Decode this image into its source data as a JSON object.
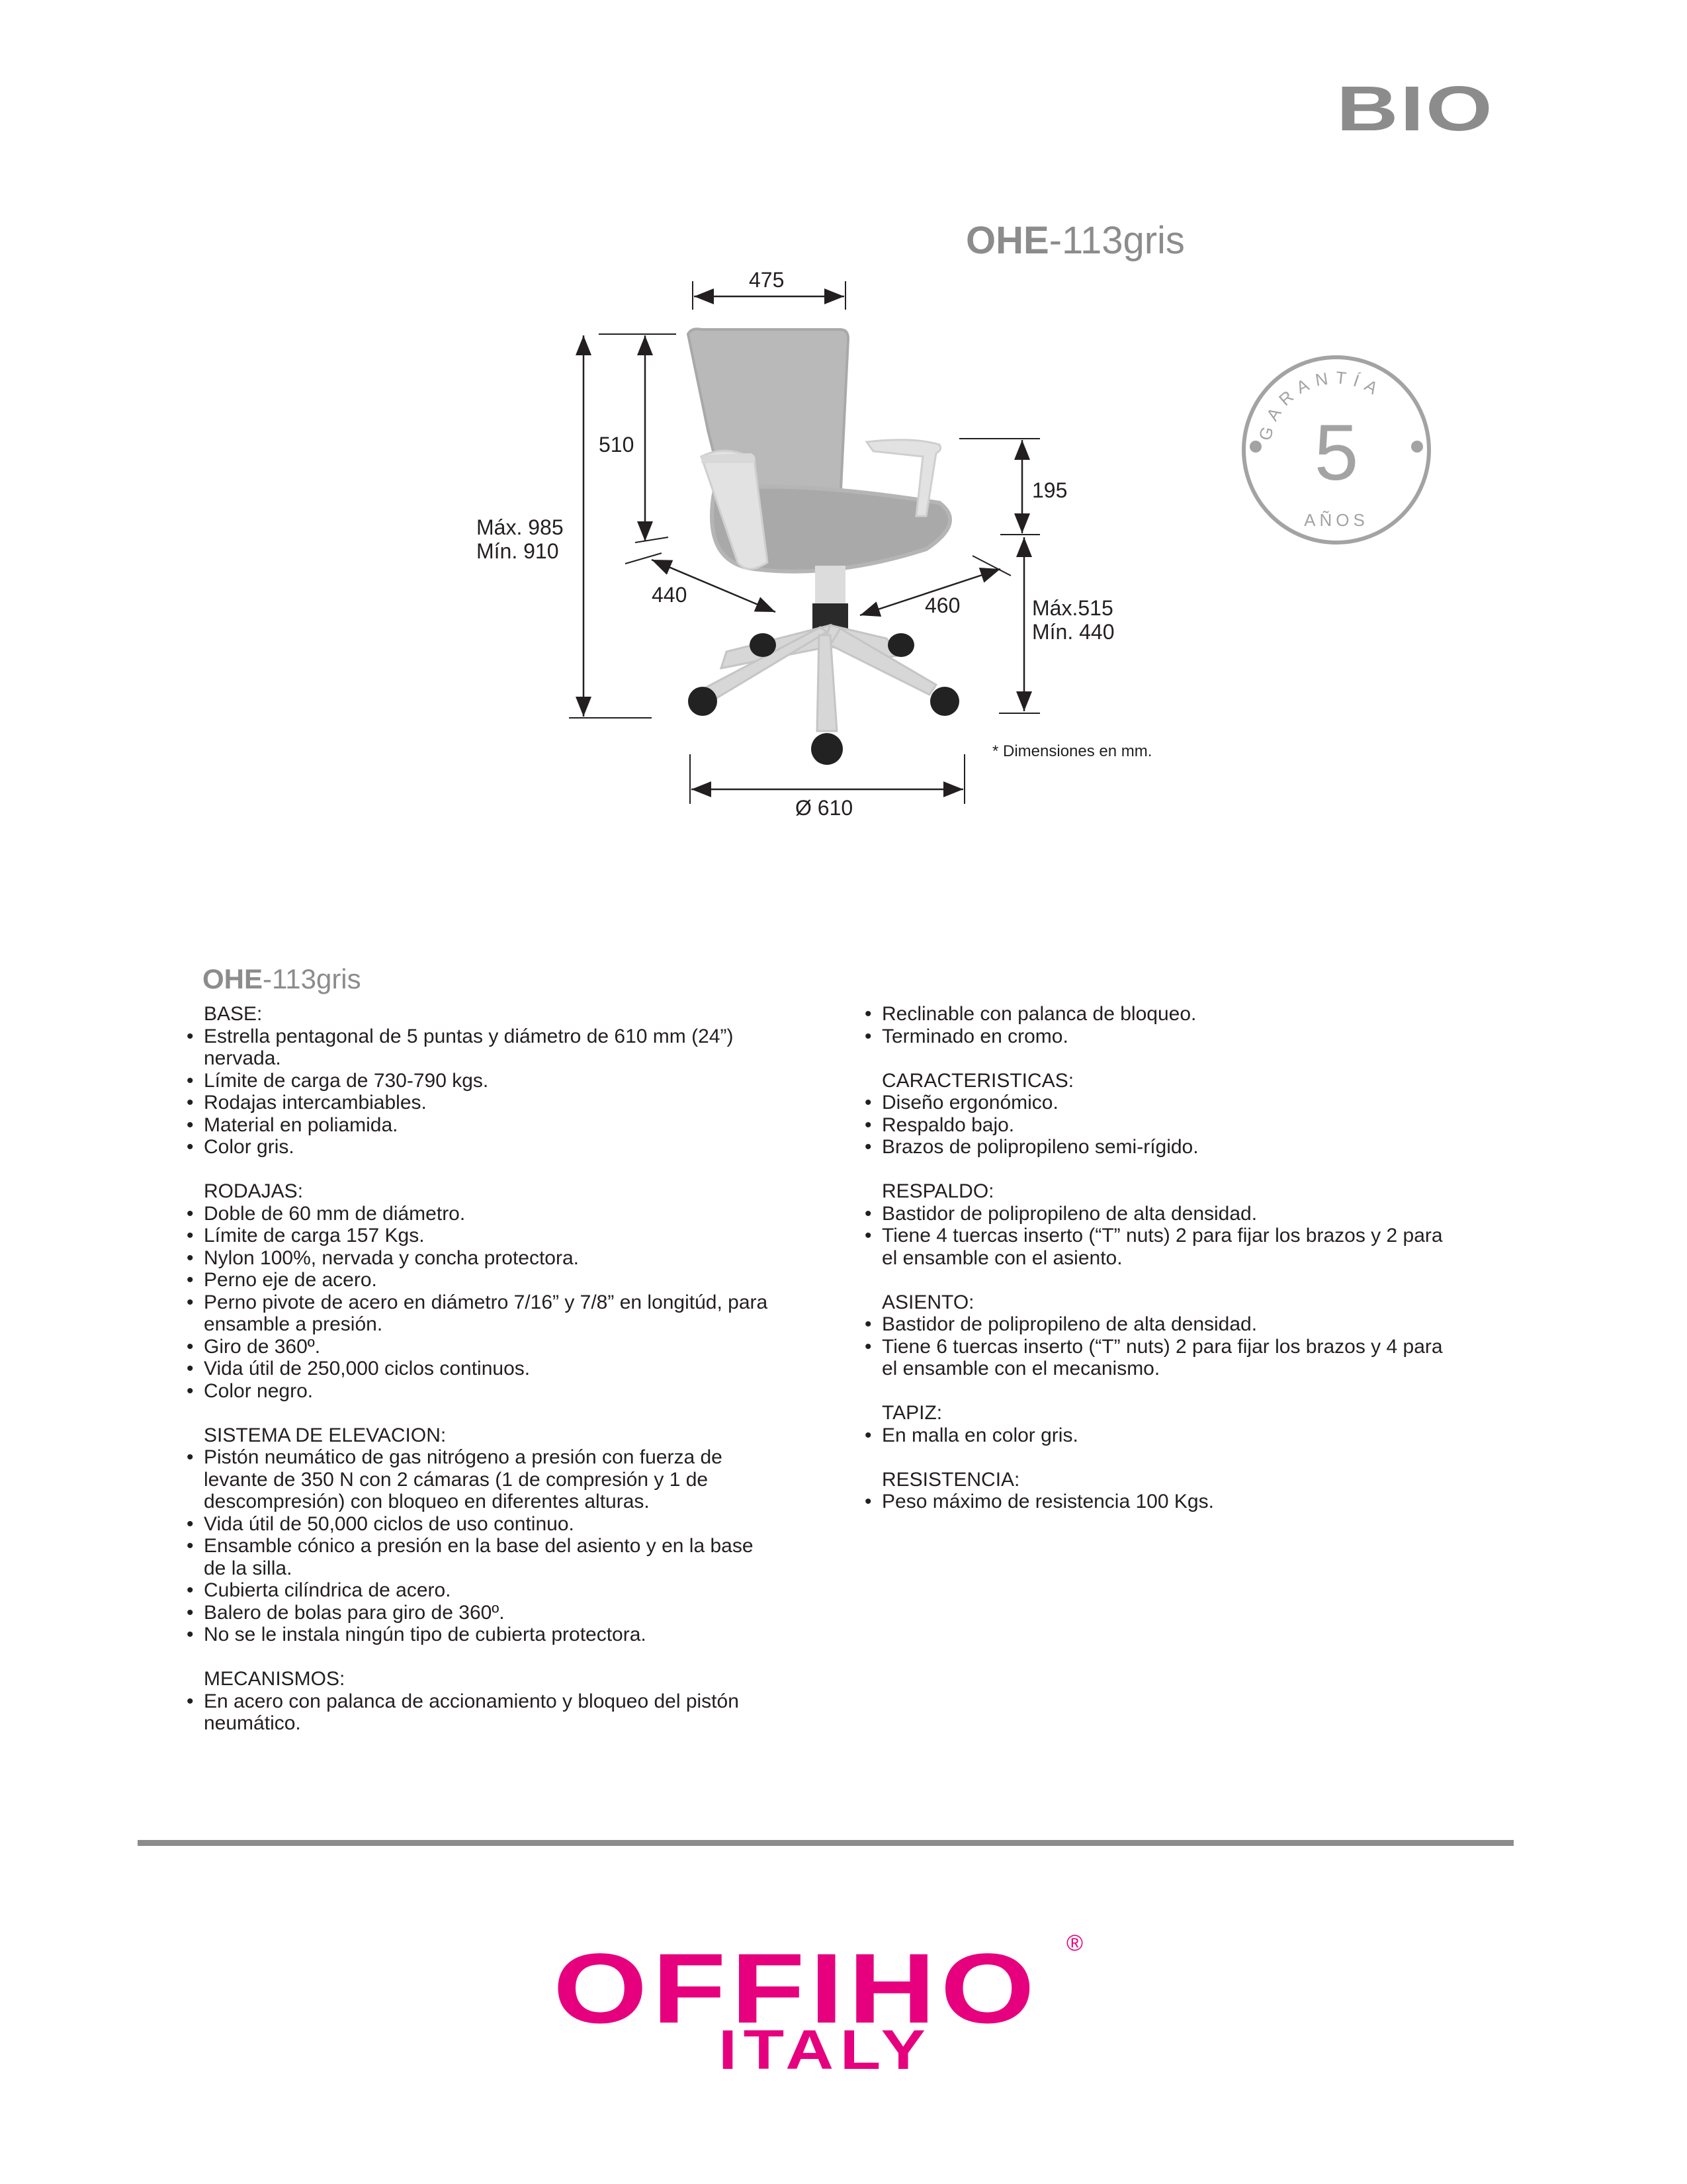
{
  "header": {
    "brand": "BIO"
  },
  "model": {
    "prefix": "OHE",
    "suffix": "-113gris"
  },
  "dimensions": {
    "width_top": "475",
    "back_height": "510",
    "total_max": "Máx. 985",
    "total_min": "Mín.  910",
    "seat_depth": "440",
    "seat_width": "460",
    "arm_height": "195",
    "seat_max": "Máx.515",
    "seat_min": "Mín. 440",
    "base_diameter": "Ø 610",
    "note": "* Dimensiones en mm."
  },
  "warranty": {
    "top": "GARANTÍA",
    "number": "5",
    "bottom": "AÑOS"
  },
  "specs": {
    "left": [
      {
        "title": "BASE:",
        "items": [
          "Estrella pentagonal de 5 puntas y diámetro de 610 mm (24”) nervada.",
          "Límite de carga de 730-790 kgs.",
          "Rodajas intercambiables.",
          "Material en poliamida.",
          "Color gris."
        ]
      },
      {
        "title": "RODAJAS:",
        "items": [
          "Doble de 60 mm de diámetro.",
          "Límite de carga 157 Kgs.",
          "Nylon 100%, nervada y concha protectora.",
          "Perno eje de acero.",
          "Perno pivote de acero en diámetro 7/16” y 7/8” en longitúd, para ensamble a presión.",
          "Giro de 360º.",
          "Vida útil de 250,000 ciclos continuos.",
          "Color negro."
        ]
      },
      {
        "title": "SISTEMA DE ELEVACION:",
        "items": [
          "Pistón neumático de gas nitrógeno a presión con fuerza de levante de 350 N con 2 cámaras (1 de compresión y 1 de descompresión) con bloqueo en diferentes alturas.",
          "Vida útil de 50,000 ciclos de uso continuo.",
          "Ensamble cónico a presión en la base del asiento y en la base de la silla.",
          "Cubierta cilíndrica de acero.",
          "Balero de bolas para giro de 360º.",
          "No se le instala ningún tipo de cubierta protectora."
        ]
      },
      {
        "title": "MECANISMOS:",
        "items": [
          "En acero con palanca de accionamiento y bloqueo del pistón neumático."
        ]
      }
    ],
    "right": [
      {
        "title": "",
        "items": [
          "Reclinable con palanca de bloqueo.",
          "Terminado en cromo."
        ]
      },
      {
        "title": "CARACTERISTICAS:",
        "items": [
          "Diseño ergonómico.",
          "Respaldo bajo.",
          "Brazos de polipropileno semi-rígido."
        ]
      },
      {
        "title": "RESPALDO:",
        "items": [
          "Bastidor de polipropileno de alta densidad.",
          "Tiene 4 tuercas inserto (“T” nuts) 2 para fijar los brazos y 2 para el ensamble con el asiento."
        ]
      },
      {
        "title": "ASIENTO:",
        "items": [
          "Bastidor de polipropileno de alta densidad.",
          "Tiene 6 tuercas inserto (“T” nuts) 2 para fijar los brazos y 4 para el ensamble con el mecanismo."
        ]
      },
      {
        "title": "TAPIZ:",
        "items": [
          "En malla en color gris."
        ]
      },
      {
        "title": "RESISTENCIA:",
        "items": [
          "Peso máximo de resistencia 100 Kgs."
        ]
      }
    ]
  },
  "footer": {
    "logo": "OFFIHO",
    "registered": "®",
    "sub": "ITALY"
  },
  "colors": {
    "brand_gray": "#8c8c8c",
    "logo_pink": "#e6007e",
    "text": "#231f20"
  }
}
